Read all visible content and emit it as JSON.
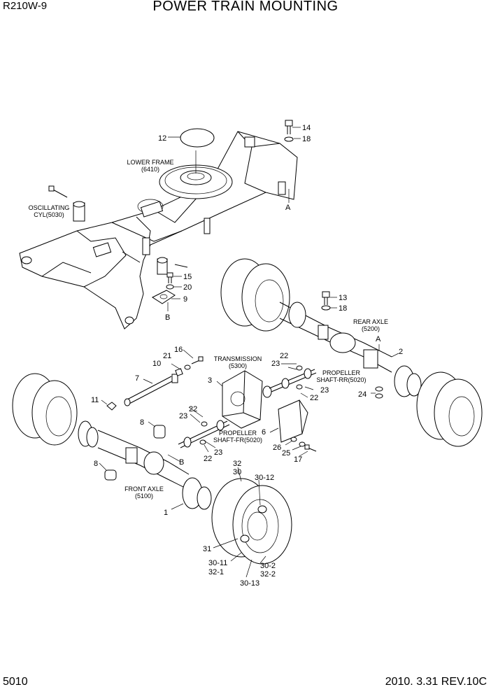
{
  "header": {
    "model": "R210W-9",
    "title": "POWER TRAIN MOUNTING"
  },
  "footer": {
    "page_number": "5010",
    "date_revision": "2010. 3.31  REV.10C"
  },
  "assemblies": {
    "lower_frame": {
      "name": "LOWER FRAME",
      "code": "(6410)"
    },
    "oscillating_cyl": {
      "name": "OSCILLATING",
      "code": "CYL(5030)"
    },
    "transmission": {
      "name": "TRANSMISSION",
      "code": "(5300)"
    },
    "rear_axle": {
      "name": "REAR AXLE",
      "code": "(5200)"
    },
    "front_axle": {
      "name": "FRONT AXLE",
      "code": "(5100)"
    },
    "propeller_rr": {
      "name": "PROPELLER",
      "code": "SHAFT-RR(5020)"
    },
    "propeller_fr": {
      "name": "PROPELLER",
      "code": "SHAFT-FR(5020)"
    }
  },
  "callouts": {
    "c12": "12",
    "c14": "14",
    "c18a": "18",
    "cA1": "A",
    "c15": "15",
    "c20": "20",
    "c9": "9",
    "cB1": "B",
    "c13": "13",
    "c18b": "18",
    "cA2": "A",
    "c2": "2",
    "c24": "24",
    "c16": "16",
    "c21": "21",
    "c10": "10",
    "c7": "7",
    "c3": "3",
    "c11": "11",
    "c22a": "22",
    "c23a": "23",
    "c23b": "23",
    "c22b": "22",
    "c22c": "22",
    "c23c": "23",
    "c23d": "23",
    "c22d": "22",
    "c8a": "8",
    "c8b": "8",
    "cB2": "B",
    "c6": "6",
    "c26": "26",
    "c25": "25",
    "c17": "17",
    "c32": "32",
    "c30": "30",
    "c30_12": "30-12",
    "c1": "1",
    "c31": "31",
    "c30_11": "30-11",
    "c32_1": "32-1",
    "c30_2": "30-2",
    "c32_2": "32-2",
    "c30_13": "30-13"
  }
}
